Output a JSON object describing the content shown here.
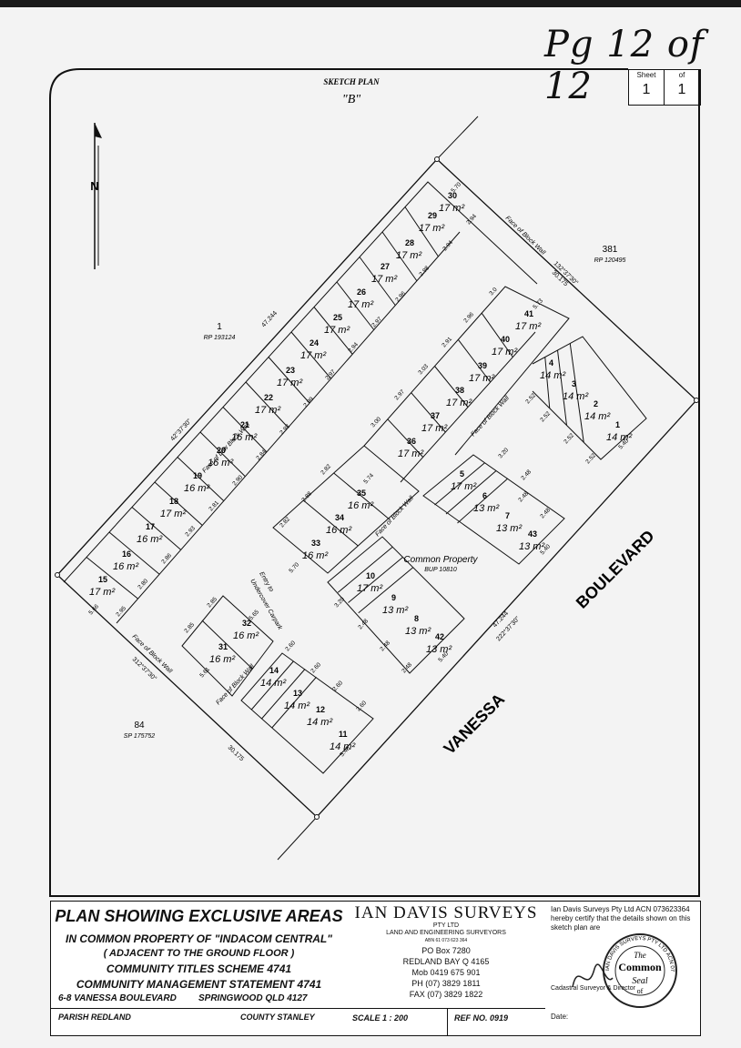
{
  "page_marker": "Pg 12 of 12",
  "sheet": {
    "sheet_label": "Sheet",
    "of_label": "of",
    "sheet_no": "1",
    "of_no": "1"
  },
  "plan": {
    "sketch_title": "SKETCH PLAN",
    "sketch_sub": "\"B\"",
    "north": "N",
    "streets": {
      "boulevard": "BOULEVARD",
      "vanessa": "VANESSA"
    },
    "neighbours": {
      "lot1": {
        "lot": "1",
        "plan": "RP 193124"
      },
      "lot381": {
        "lot": "381",
        "plan": "RP 120495"
      },
      "lot84": {
        "lot": "84",
        "plan": "SP 175752"
      }
    },
    "common_property": "Common Property",
    "bup": "BUP 10810",
    "entry_label_1": "Entry to",
    "entry_label_2": "Undercover Carpark",
    "wall_labels": [
      "Face of Block Wall",
      "Face of Low Block Wall"
    ],
    "bearings": [
      "42°37'30\"",
      "132°37'30\"",
      "222°37'30\"",
      "312°37'30\""
    ],
    "distances": [
      "47.244",
      "30.175"
    ],
    "areas": [
      {
        "no": "30",
        "area": "17 m²"
      },
      {
        "no": "29",
        "area": "17 m²"
      },
      {
        "no": "28",
        "area": "17 m²"
      },
      {
        "no": "27",
        "area": "17 m²"
      },
      {
        "no": "26",
        "area": "17 m²"
      },
      {
        "no": "25",
        "area": "17 m²"
      },
      {
        "no": "24",
        "area": "17 m²"
      },
      {
        "no": "23",
        "area": "17 m²"
      },
      {
        "no": "22",
        "area": "17 m²"
      },
      {
        "no": "21",
        "area": "16 m²"
      },
      {
        "no": "20",
        "area": "16 m²"
      },
      {
        "no": "19",
        "area": "16 m²"
      },
      {
        "no": "18",
        "area": "17 m²"
      },
      {
        "no": "17",
        "area": "16 m²"
      },
      {
        "no": "16",
        "area": "16 m²"
      },
      {
        "no": "15",
        "area": "17 m²"
      },
      {
        "no": "41",
        "area": "17 m²"
      },
      {
        "no": "40",
        "area": "17 m²"
      },
      {
        "no": "39",
        "area": "17 m²"
      },
      {
        "no": "38",
        "area": "17 m²"
      },
      {
        "no": "37",
        "area": "17 m²"
      },
      {
        "no": "36",
        "area": "17 m²"
      },
      {
        "no": "4",
        "area": "14 m²"
      },
      {
        "no": "3",
        "area": "14 m²"
      },
      {
        "no": "2",
        "area": "14 m²"
      },
      {
        "no": "1",
        "area": "14 m²"
      },
      {
        "no": "35",
        "area": "16 m²"
      },
      {
        "no": "34",
        "area": "16 m²"
      },
      {
        "no": "33",
        "area": "16 m²"
      },
      {
        "no": "5",
        "area": "17 m²"
      },
      {
        "no": "6",
        "area": "13 m²"
      },
      {
        "no": "7",
        "area": "13 m²"
      },
      {
        "no": "43",
        "area": "13 m²"
      },
      {
        "no": "10",
        "area": "17 m²"
      },
      {
        "no": "9",
        "area": "13 m²"
      },
      {
        "no": "8",
        "area": "13 m²"
      },
      {
        "no": "42",
        "area": "13 m²"
      },
      {
        "no": "32",
        "area": "16 m²"
      },
      {
        "no": "31",
        "area": "16 m²"
      },
      {
        "no": "14",
        "area": "14 m²"
      },
      {
        "no": "13",
        "area": "14 m²"
      },
      {
        "no": "12",
        "area": "14 m²"
      },
      {
        "no": "11",
        "area": "14 m²"
      }
    ],
    "dims": [
      "5.70",
      "2.94",
      "2.94",
      "2.98",
      "2.96",
      "2.97",
      "2.94",
      "2.97",
      "2.99",
      "2.93",
      "2.84",
      "2.90",
      "2.81",
      "2.93",
      "2.86",
      "2.80",
      "2.95",
      "5.66",
      "3.0",
      "2.96",
      "2.91",
      "3.03",
      "2.97",
      "3.00",
      "5.73",
      "2.52",
      "2.52",
      "2.52",
      "2.52",
      "5.40",
      "2.82",
      "2.88",
      "2.82",
      "5.74",
      "5.70",
      "3.20",
      "2.48",
      "2.48",
      "2.48",
      "5.40",
      "3.20",
      "2.48",
      "2.48",
      "2.48",
      "5.40",
      "2.85",
      "2.85",
      "5.65",
      "5.61",
      "2.60",
      "2.60",
      "2.60",
      "2.60",
      "5.40"
    ]
  },
  "title_block": {
    "left": {
      "heading": "PLAN SHOWING EXCLUSIVE AREAS",
      "line1": "IN COMMON PROPERTY OF \"INDACOM CENTRAL\"",
      "line2": "( ADJACENT TO THE GROUND FLOOR )",
      "line3": "COMMUNITY TITLES SCHEME 4741",
      "line4": "COMMUNITY MANAGEMENT STATEMENT 4741",
      "address": "6-8 VANESSA BOULEVARD",
      "suburb": "SPRINGWOOD  QLD  4127",
      "parish": "PARISH REDLAND",
      "county": "COUNTY STANLEY"
    },
    "mid": {
      "firm": "IAN DAVIS SURVEYS",
      "pty": "PTY LTD",
      "trade": "LAND AND ENGINEERING SURVEYORS",
      "abn": "ABN 61 073 623 364",
      "po": "PO Box 7280",
      "town": "REDLAND BAY Q  4165",
      "mob": "Mob 0419 675 901",
      "ph": "PH  (07) 3829 1811",
      "fax": "FAX  (07) 3829 1822",
      "scale": "SCALE  1 : 200",
      "ref": "REF NO. 0919"
    },
    "right": {
      "cert": "Ian Davis Surveys Pty Ltd ACN 073623364 hereby certify that the details shown on this sketch plan are",
      "seal_top": "The",
      "seal_mid": "Common",
      "seal_bot": "Seal",
      "seal_of": "of",
      "seal_ring": "IAN DAVIS SURVEYS PTY LTD  ACN 073 623 364",
      "role": "Cadastral Surveyor & Director",
      "date": "Date:"
    }
  }
}
